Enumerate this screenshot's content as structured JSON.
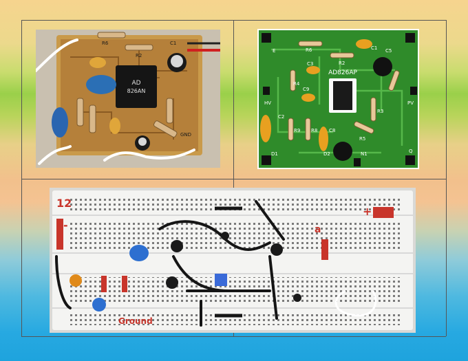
{
  "panels": {
    "soldered_board": {
      "labels": [
        "R6",
        "R2",
        "C1",
        "AD",
        "826AN",
        "GND"
      ]
    },
    "pcb_layout": {
      "chip_label": "AD826AP",
      "labels": [
        "R6",
        "R2",
        "C1",
        "C5",
        "C3",
        "R4",
        "R3",
        "C9",
        "C2",
        "R9",
        "R8",
        "C8",
        "R5",
        "D1",
        "D2",
        "N1",
        "PV",
        "HV",
        "E",
        "Q"
      ]
    },
    "breadboard": {
      "handwritten_labels": [
        "12",
        "Ground",
        "+",
        "-",
        "a"
      ]
    }
  },
  "colors": {
    "pcb_green": "#2f8b2a",
    "pcb_trace": "#56b84a",
    "breadboard": "#f4f4f2",
    "wire": "#151515",
    "marker_red": "#c8352b"
  }
}
